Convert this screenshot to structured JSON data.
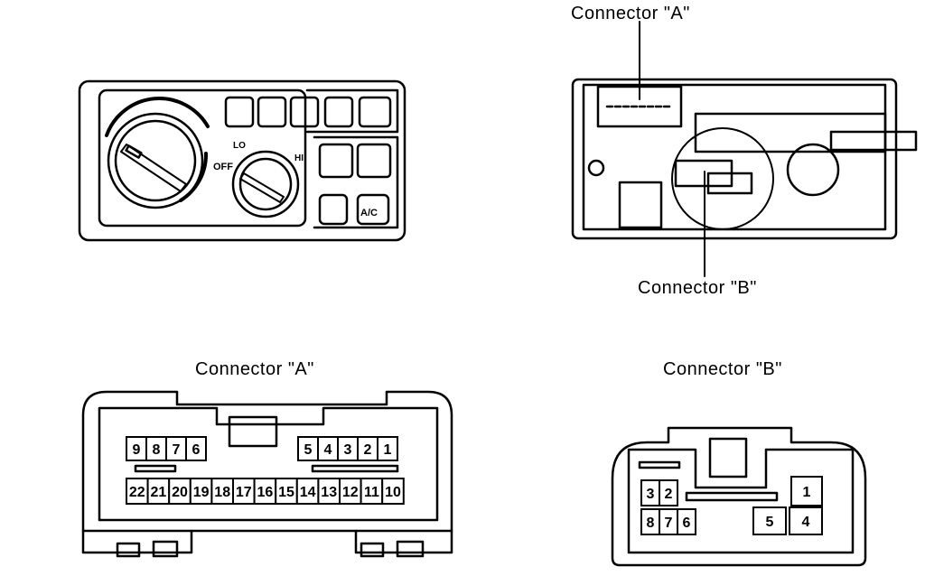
{
  "labels": {
    "connector_a_callout": "Connector \"A\"",
    "connector_b_callout": "Connector \"B\"",
    "connector_a_title": "Connector \"A\"",
    "connector_b_title": "Connector \"B\""
  },
  "control_panel": {
    "fan_off": "OFF",
    "fan_lo": "LO",
    "fan_hi": "HI",
    "ac_button": "A/C"
  },
  "connector_a": {
    "top_left_pins": [
      "9",
      "8",
      "7",
      "6"
    ],
    "top_right_pins": [
      "5",
      "4",
      "3",
      "2",
      "1"
    ],
    "bottom_pins": [
      "22",
      "21",
      "20",
      "19",
      "18",
      "17",
      "16",
      "15",
      "14",
      "13",
      "12",
      "11",
      "10"
    ]
  },
  "connector_b": {
    "left_top_pins": [
      "3",
      "2"
    ],
    "left_bottom_pins": [
      "8",
      "7",
      "6"
    ],
    "right_top_pins": [
      "1"
    ],
    "right_bottom_pins": [
      "5",
      "4"
    ]
  }
}
